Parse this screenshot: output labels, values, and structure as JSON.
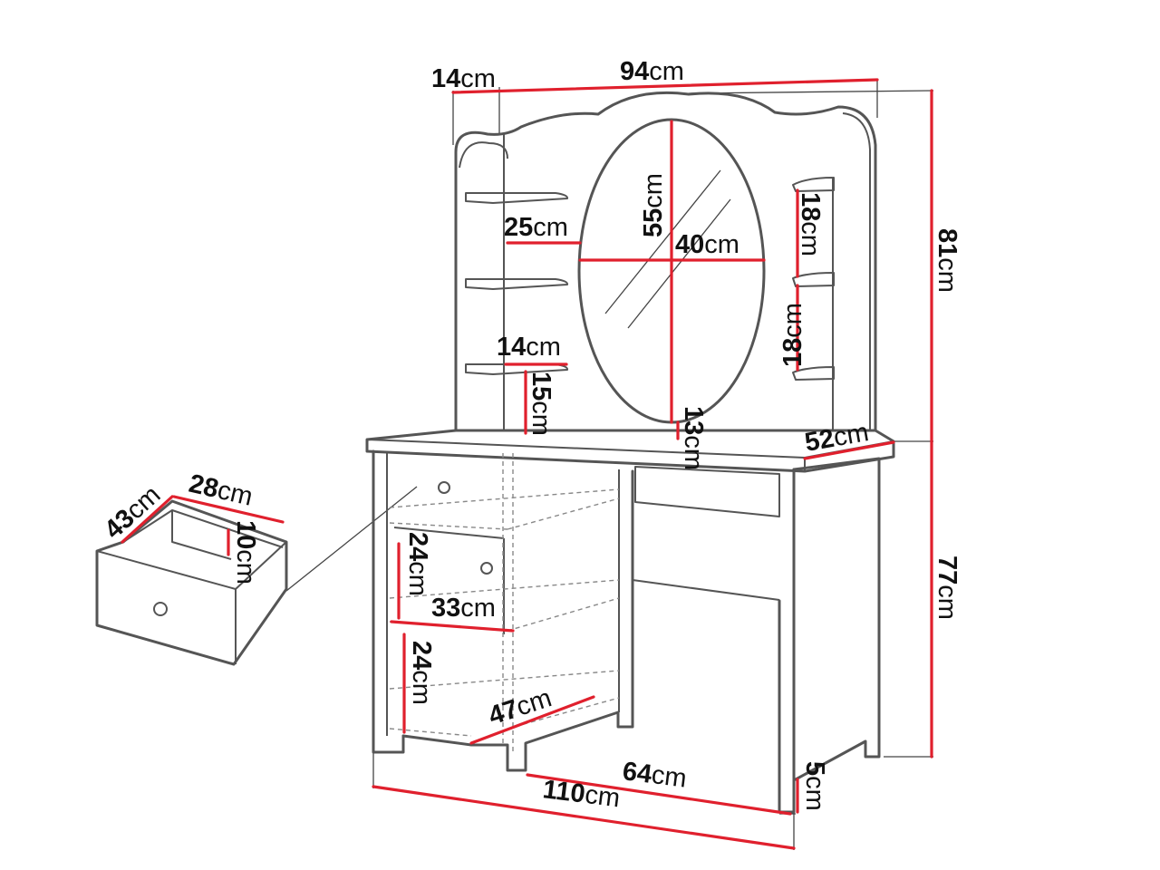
{
  "diagram": {
    "dimensions": [
      {
        "id": "top-width",
        "value": "94",
        "unit": "cm"
      },
      {
        "id": "top-depth",
        "value": "14",
        "unit": "cm"
      },
      {
        "id": "total-height-upper",
        "value": "81",
        "unit": "cm"
      },
      {
        "id": "desk-height",
        "value": "77",
        "unit": "cm"
      },
      {
        "id": "mirror-height",
        "value": "55",
        "unit": "cm"
      },
      {
        "id": "mirror-width",
        "value": "40",
        "unit": "cm"
      },
      {
        "id": "shelf-width",
        "value": "25",
        "unit": "cm"
      },
      {
        "id": "shelf-depth",
        "value": "14",
        "unit": "cm"
      },
      {
        "id": "shelf-gap",
        "value": "15",
        "unit": "cm"
      },
      {
        "id": "mirror-base-gap",
        "value": "13",
        "unit": "cm"
      },
      {
        "id": "side-shelf-gap-top",
        "value": "18",
        "unit": "cm"
      },
      {
        "id": "side-shelf-gap-bottom",
        "value": "18",
        "unit": "cm"
      },
      {
        "id": "desk-depth",
        "value": "52",
        "unit": "cm"
      },
      {
        "id": "drawer-depth",
        "value": "43",
        "unit": "cm"
      },
      {
        "id": "drawer-width",
        "value": "28",
        "unit": "cm"
      },
      {
        "id": "drawer-height",
        "value": "10",
        "unit": "cm"
      },
      {
        "id": "compartment-height-top",
        "value": "24",
        "unit": "cm"
      },
      {
        "id": "compartment-width",
        "value": "33",
        "unit": "cm"
      },
      {
        "id": "compartment-height-bottom",
        "value": "24",
        "unit": "cm"
      },
      {
        "id": "compartment-depth",
        "value": "47",
        "unit": "cm"
      },
      {
        "id": "knee-space-width",
        "value": "64",
        "unit": "cm"
      },
      {
        "id": "total-width",
        "value": "110",
        "unit": "cm"
      },
      {
        "id": "leg-height",
        "value": "5",
        "unit": "cm"
      }
    ]
  }
}
